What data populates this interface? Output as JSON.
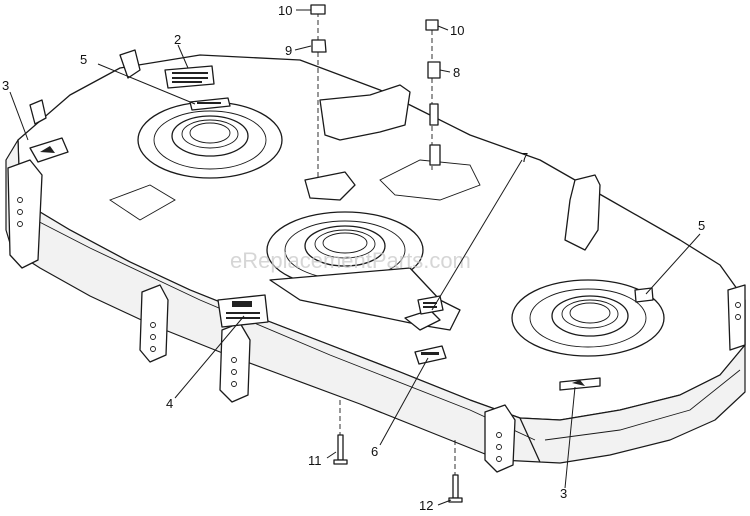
{
  "callouts": [
    {
      "id": "c2",
      "label": "2"
    },
    {
      "id": "c3a",
      "label": "3"
    },
    {
      "id": "c3b",
      "label": "3"
    },
    {
      "id": "c4",
      "label": "4"
    },
    {
      "id": "c5a",
      "label": "5"
    },
    {
      "id": "c5b",
      "label": "5"
    },
    {
      "id": "c6",
      "label": "6"
    },
    {
      "id": "c7",
      "label": "7"
    },
    {
      "id": "c8",
      "label": "8"
    },
    {
      "id": "c9",
      "label": "9"
    },
    {
      "id": "c10a",
      "label": "10"
    },
    {
      "id": "c10b",
      "label": "10"
    },
    {
      "id": "c11",
      "label": "11"
    },
    {
      "id": "c12",
      "label": "12"
    }
  ],
  "watermark": "eReplacementParts.com",
  "colors": {
    "line": "#1a1a1a",
    "background": "#ffffff",
    "watermark": "#c9c9c9"
  }
}
